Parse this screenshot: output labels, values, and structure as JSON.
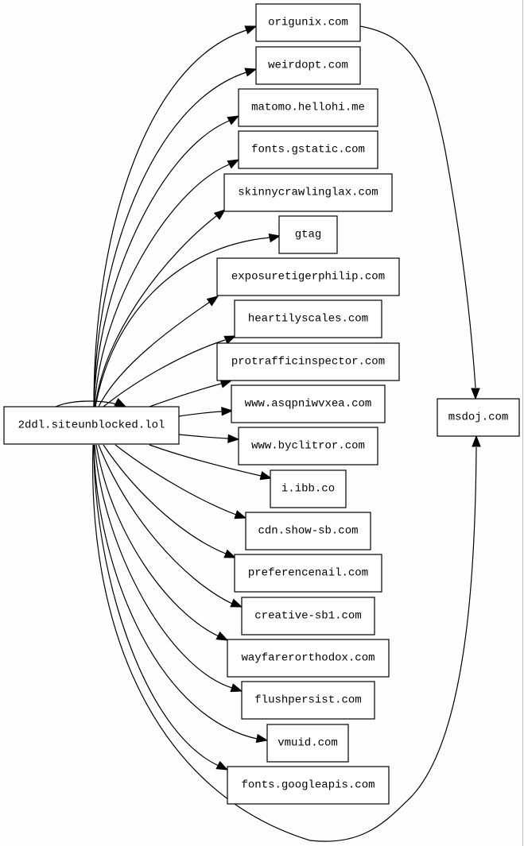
{
  "diagram": {
    "type": "directed-graph",
    "source_node": "2ddl.siteunblocked.lol",
    "sink_node": "msdoj.com",
    "nodes": [
      {
        "id": "src",
        "label": "2ddl.siteunblocked.lol"
      },
      {
        "id": "origunix",
        "label": "origunix.com"
      },
      {
        "id": "weirdopt",
        "label": "weirdopt.com"
      },
      {
        "id": "matomo",
        "label": "matomo.hellohi.me"
      },
      {
        "id": "gstatic",
        "label": "fonts.gstatic.com"
      },
      {
        "id": "skinny",
        "label": "skinnycrawlinglax.com"
      },
      {
        "id": "gtag",
        "label": "gtag"
      },
      {
        "id": "exposure",
        "label": "exposuretigerphilip.com"
      },
      {
        "id": "heartily",
        "label": "heartilyscales.com"
      },
      {
        "id": "protraffic",
        "label": "protrafficinspector.com"
      },
      {
        "id": "asqp",
        "label": "www.asqpniwvxea.com"
      },
      {
        "id": "byclitror",
        "label": "www.byclitror.com"
      },
      {
        "id": "ibb",
        "label": "i.ibb.co"
      },
      {
        "id": "cdnshow",
        "label": "cdn.show-sb.com"
      },
      {
        "id": "preference",
        "label": "preferencenail.com"
      },
      {
        "id": "creative",
        "label": "creative-sb1.com"
      },
      {
        "id": "wayfarer",
        "label": "wayfarerorthodox.com"
      },
      {
        "id": "flush",
        "label": "flushpersist.com"
      },
      {
        "id": "vmuid",
        "label": "vmuid.com"
      },
      {
        "id": "googleapis",
        "label": "fonts.googleapis.com"
      },
      {
        "id": "msdoj",
        "label": "msdoj.com"
      }
    ],
    "edges": [
      {
        "from": "src",
        "to": "src"
      },
      {
        "from": "src",
        "to": "origunix"
      },
      {
        "from": "src",
        "to": "weirdopt"
      },
      {
        "from": "src",
        "to": "matomo"
      },
      {
        "from": "src",
        "to": "gstatic"
      },
      {
        "from": "src",
        "to": "skinny"
      },
      {
        "from": "src",
        "to": "gtag"
      },
      {
        "from": "src",
        "to": "exposure"
      },
      {
        "from": "src",
        "to": "heartily"
      },
      {
        "from": "src",
        "to": "protraffic"
      },
      {
        "from": "src",
        "to": "asqp"
      },
      {
        "from": "src",
        "to": "byclitror"
      },
      {
        "from": "src",
        "to": "ibb"
      },
      {
        "from": "src",
        "to": "cdnshow"
      },
      {
        "from": "src",
        "to": "preference"
      },
      {
        "from": "src",
        "to": "creative"
      },
      {
        "from": "src",
        "to": "wayfarer"
      },
      {
        "from": "src",
        "to": "flush"
      },
      {
        "from": "src",
        "to": "vmuid"
      },
      {
        "from": "src",
        "to": "googleapis"
      },
      {
        "from": "src",
        "to": "msdoj"
      },
      {
        "from": "origunix",
        "to": "msdoj"
      }
    ]
  }
}
